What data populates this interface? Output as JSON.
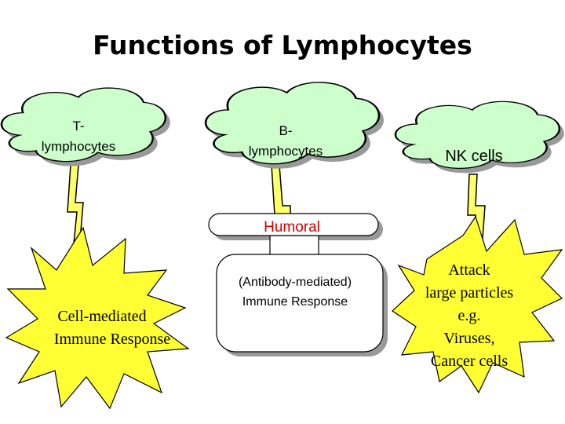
{
  "title": "Functions of Lymphocytes",
  "colors": {
    "cloud_fill": "#ccffcc",
    "star_fill": "#ffff33",
    "bolt_fill": "#ffff66",
    "outline": "#000000",
    "shadow": "#999999",
    "box_fill": "#ffffff",
    "humoral_text": "#cc0000"
  },
  "clouds": [
    {
      "id": "t",
      "line1": "T-",
      "line2": "lymphocytes"
    },
    {
      "id": "b",
      "line1": "B-",
      "line2": "lymphocytes"
    },
    {
      "id": "nk",
      "line1": "NK cells"
    }
  ],
  "humoral": {
    "tab_label": "Humoral",
    "body_line1": "(Antibody-mediated)",
    "body_line2": "Immune Response"
  },
  "stars": {
    "left": {
      "line1": "Cell-mediated",
      "line2": "Immune Response"
    },
    "right": {
      "line1": "Attack",
      "line2": "large particles",
      "line3": "e.g.",
      "line4": "Viruses,",
      "line5": "Cancer cells"
    }
  }
}
